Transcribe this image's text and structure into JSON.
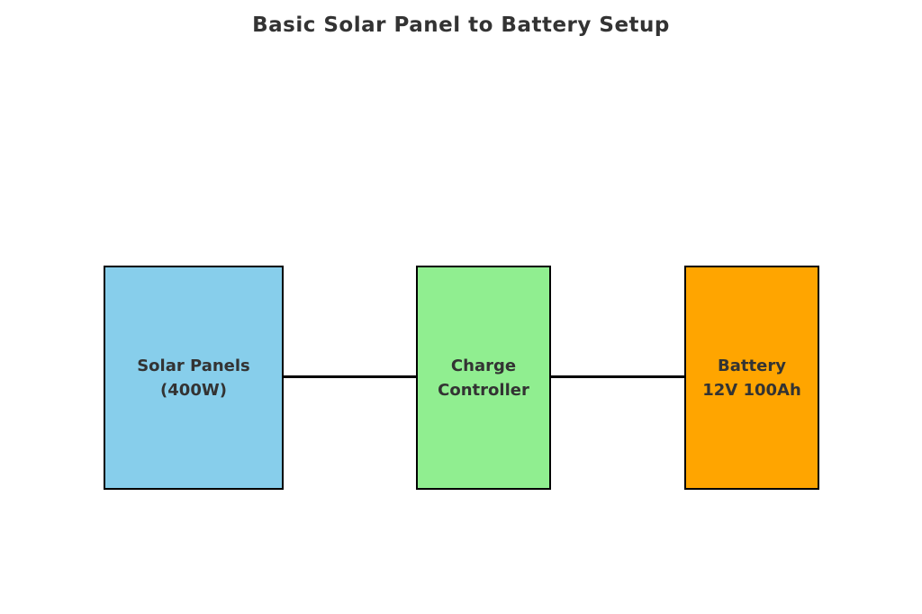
{
  "diagram": {
    "title": "Basic Solar Panel to Battery Setup",
    "title_color": "#333333",
    "background_color": "#ffffff",
    "text_color": "#333333",
    "border_color": "#000000",
    "connector_color": "#000000",
    "nodes": [
      {
        "id": "solar-panels",
        "label": "Solar Panels\n(400W)",
        "color": "#87CEEB"
      },
      {
        "id": "charge-controller",
        "label": "Charge\nController",
        "color": "#90EE90"
      },
      {
        "id": "battery",
        "label": "Battery\n12V 100Ah",
        "color": "#FFA500"
      }
    ],
    "connectors": [
      {
        "from": "solar-panels",
        "to": "charge-controller"
      },
      {
        "from": "charge-controller",
        "to": "battery"
      }
    ]
  }
}
